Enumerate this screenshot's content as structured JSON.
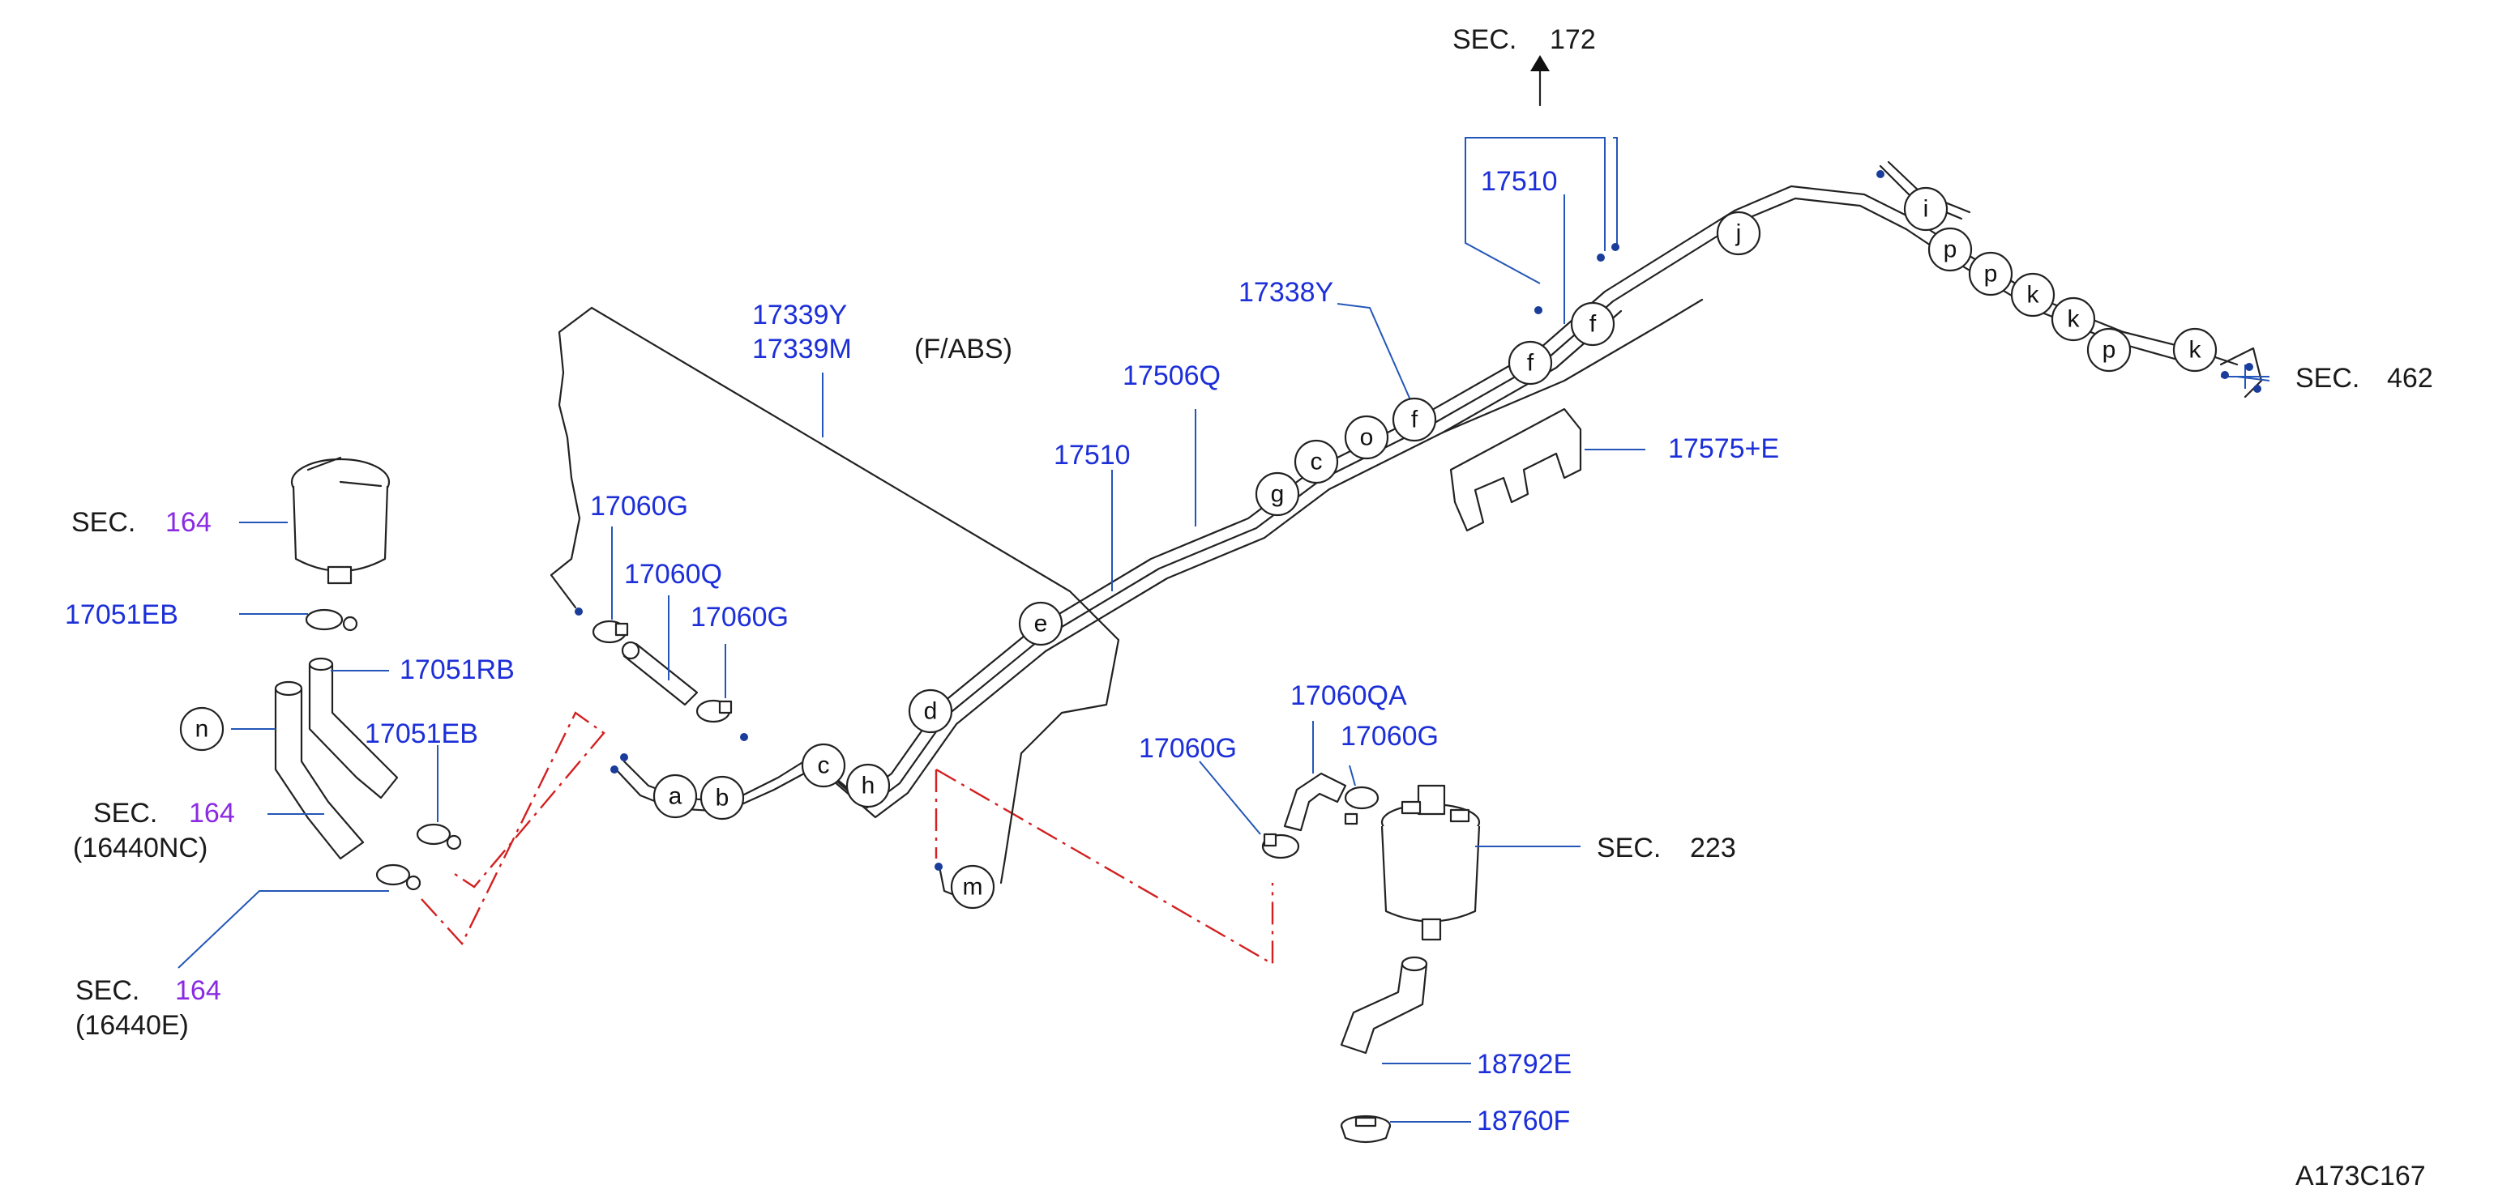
{
  "diagram": {
    "figure_code": "A173C167",
    "colors": {
      "part_number": "#1c2fd8",
      "section_ref": "#8a2be2",
      "text": "#1a1a1a",
      "leader": "#2356b8",
      "hose_path": "#d32020"
    },
    "labels": {
      "sec_172_prefix": "SEC.",
      "sec_172_num": "172",
      "sec_164_a_prefix": "SEC.",
      "sec_164_a_num": "164",
      "sec_164_b_prefix": "SEC.",
      "sec_164_b_num": "164",
      "sec_164_b_sub": "(16440NC)",
      "sec_164_c_prefix": "SEC.",
      "sec_164_c_num": "164",
      "sec_164_c_sub": "(16440E)",
      "sec_223_prefix": "SEC.",
      "sec_223_num": "223",
      "sec_462_prefix": "SEC.",
      "sec_462_num": "462",
      "p_17339y": "17339Y",
      "p_17339m": "17339M",
      "note_fabs": "(F/ABS)",
      "p_17506q": "17506Q",
      "p_17510_mid": "17510",
      "p_17510_top": "17510",
      "p_17338y": "17338Y",
      "p_17575e": "17575+E",
      "p_17060g_1": "17060G",
      "p_17060q": "17060Q",
      "p_17060g_2": "17060G",
      "p_17051eb_1": "17051EB",
      "p_17051rb": "17051RB",
      "p_17051eb_2": "17051EB",
      "p_17060qa": "17060QA",
      "p_17060g_3": "17060G",
      "p_17060g_4": "17060G",
      "p_18792e": "18792E",
      "p_18760f": "18760F"
    },
    "callouts": {
      "a": "a",
      "b": "b",
      "c1": "c",
      "h": "h",
      "d": "d",
      "e": "e",
      "g": "g",
      "c2": "c",
      "o": "o",
      "f1": "f",
      "f2": "f",
      "f3": "f",
      "j": "j",
      "i": "i",
      "p1": "p",
      "p2": "p",
      "k1": "k",
      "k2": "k",
      "p3": "p",
      "k3": "k",
      "m": "m",
      "n": "n"
    }
  }
}
